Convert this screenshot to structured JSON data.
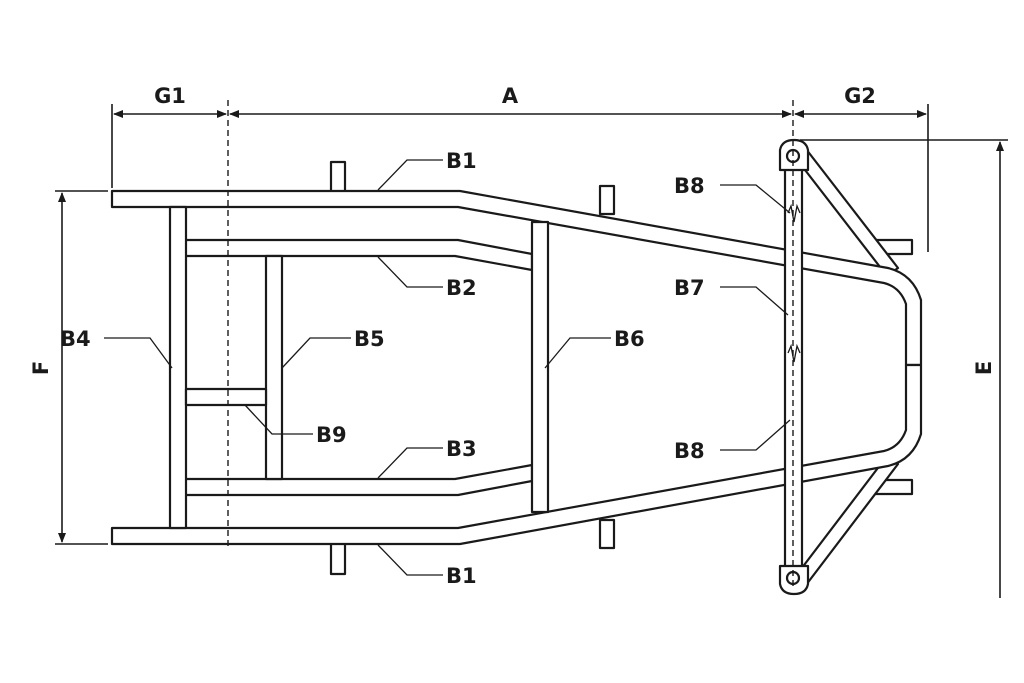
{
  "dimensions": {
    "g1": "G1",
    "a": "A",
    "g2": "G2",
    "f": "F",
    "e": "E"
  },
  "members": {
    "b1_top": "B1",
    "b1_bottom": "B1",
    "b2": "B2",
    "b3": "B3",
    "b4": "B4",
    "b5": "B5",
    "b6": "B6",
    "b7": "B7",
    "b8_top": "B8",
    "b8_bottom": "B8",
    "b9": "B9"
  },
  "colors": {
    "line": "#1a1a1a",
    "background": "#ffffff"
  }
}
